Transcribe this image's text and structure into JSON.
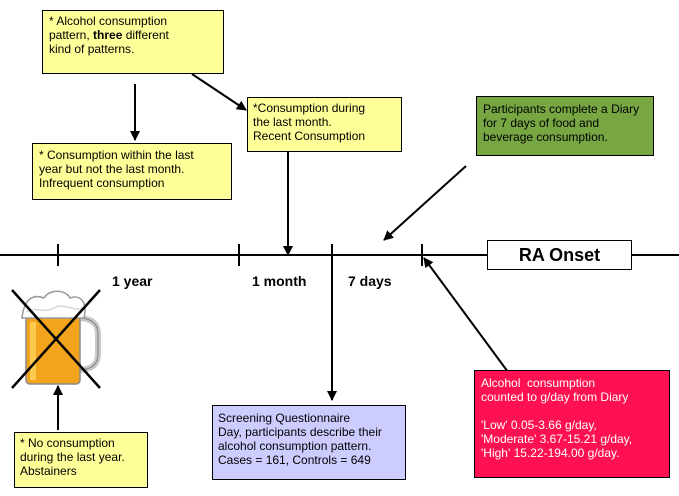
{
  "boxes": {
    "pattern": {
      "line1": "* Alcohol consumption",
      "line2_pre": "pattern, ",
      "line2_bold": "three",
      "line2_post": " different",
      "line3": "kind of patterns."
    },
    "last_month": {
      "lines": [
        "*Consumption during",
        "the last month.",
        "Recent Consumption"
      ]
    },
    "diary": {
      "lines": [
        "Participants complete a Diary",
        "for 7 days of food and",
        "beverage consumption."
      ]
    },
    "last_year": {
      "lines": [
        "* Consumption within the last",
        "year but not the last month.",
        "Infrequent consumption"
      ]
    },
    "screening": {
      "lines": [
        "Screening Questionnaire",
        "Day, participants describe their",
        "alcohol consumption pattern.",
        "Cases = 161, Controls = 649"
      ]
    },
    "grams": {
      "lines": [
        "Alcohol  consumption",
        "counted to g/day from Diary",
        "",
        "'Low' 0.05-3.66 g/day,",
        "'Moderate' 3.67-15.21 g/day,",
        "'High' 15.22-194.00 g/day."
      ]
    },
    "abstainers": {
      "lines": [
        "* No consumption",
        "during the last year.",
        "Abstainers"
      ]
    }
  },
  "timeline": {
    "labels": [
      "1 year",
      "1 month",
      "7 days"
    ],
    "onset": "RA Onset"
  },
  "colors": {
    "yellow": "#ffff99",
    "green": "#77a643",
    "lavender": "#ccccff",
    "red": "#ff1050"
  },
  "icons": [
    "crossed-out-beer-mug-icon"
  ]
}
